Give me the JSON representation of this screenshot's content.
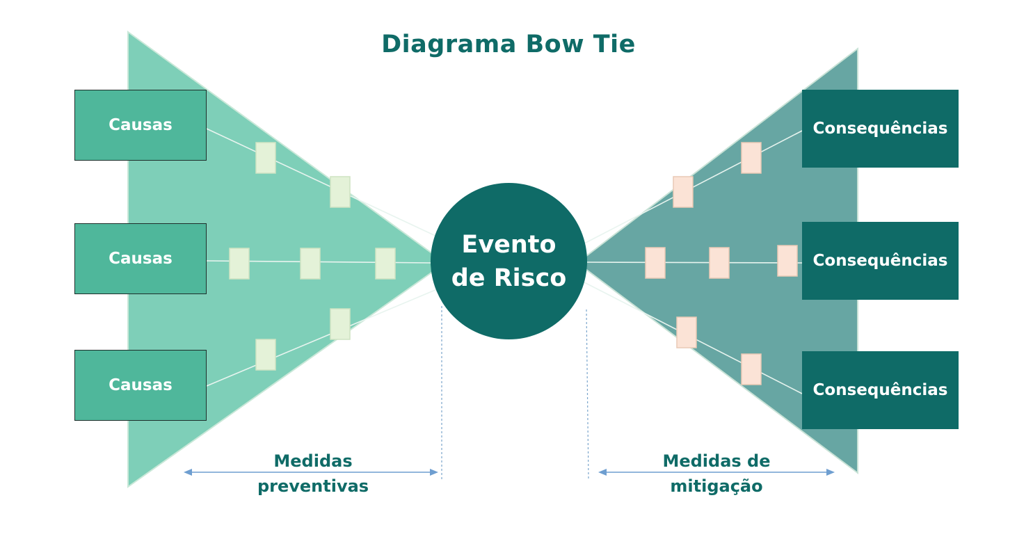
{
  "title": "Diagrama Bow Tie",
  "causes": [
    "Causas",
    "Causas",
    "Causas"
  ],
  "consequences": [
    "Consequências",
    "Consequências",
    "Consequências"
  ],
  "event": {
    "line1": "Evento",
    "line2": "de Risco"
  },
  "preventive": {
    "line1": "Medidas",
    "line2": "preventivas"
  },
  "mitigation": {
    "line1": "Medidas de",
    "line2": "mitigação"
  },
  "colors": {
    "left_triangle": "#7ecfb8",
    "right_triangle": "#67a6a3",
    "dark_teal": "#0f6b67",
    "cause_box": "#4fb79b",
    "preventive_barrier": "#e4f2d8",
    "mitigation_barrier": "#fbe3d6",
    "arrow": "#6e9ed0"
  }
}
